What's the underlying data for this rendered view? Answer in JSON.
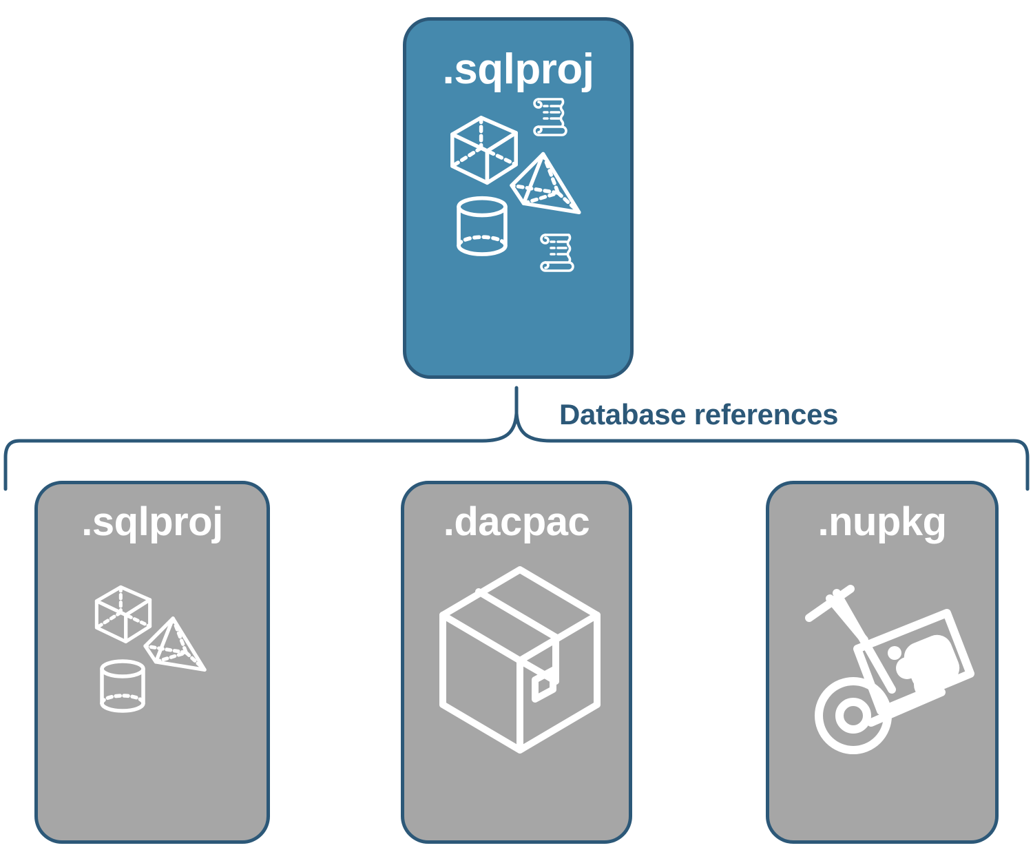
{
  "diagram": {
    "title_root": ".sqlproj",
    "connector_label": "Database references",
    "colors": {
      "root_fill": "#4589AD",
      "child_fill": "#A6A6A6",
      "stroke": "#2C5878",
      "icon": "#FFFFFF",
      "label_text": "#FFFFFF",
      "connector_text": "#2C5878",
      "background": "#FFFFFF"
    },
    "root": {
      "label": ".sqlproj",
      "icons": [
        "cube-icon",
        "pyramid-icon",
        "cylinder-icon",
        "script-scroll-icon",
        "script-scroll-icon"
      ]
    },
    "children": [
      {
        "label": ".sqlproj",
        "icons": [
          "cube-icon",
          "pyramid-icon",
          "cylinder-icon"
        ]
      },
      {
        "label": ".dacpac",
        "icons": [
          "shipping-box-icon"
        ]
      },
      {
        "label": ".nupkg",
        "icons": [
          "hand-truck-icon",
          "nuget-package-icon"
        ]
      }
    ]
  }
}
